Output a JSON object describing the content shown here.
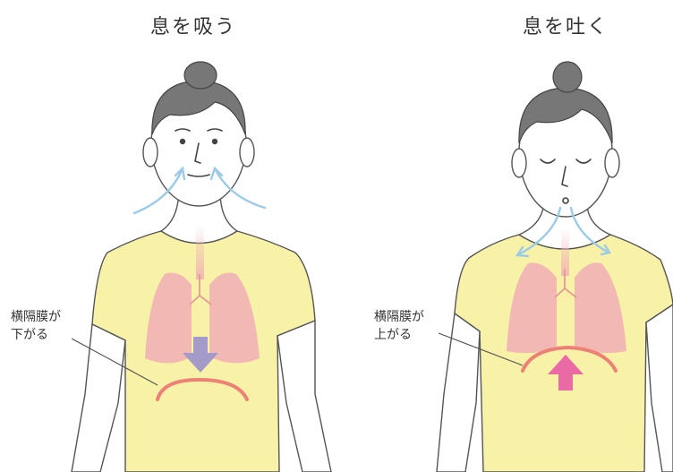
{
  "inhale": {
    "title": "息を吸う",
    "diaphragm_label_line1": "横隔膜が",
    "diaphragm_label_line2": "下がる"
  },
  "exhale": {
    "title": "息を吐く",
    "diaphragm_label_line1": "横隔膜が",
    "diaphragm_label_line2": "上がる"
  },
  "colors": {
    "shirt": "#f8f2a8",
    "skin": "#ffffff",
    "outline": "#555555",
    "hair": "#777777",
    "lungs": "#f2b8b4",
    "diaphragm": "#ee8177",
    "air_arrow": "#9ccbe8",
    "arrow_down": "#a49bc8",
    "arrow_up": "#ea6aa6"
  }
}
